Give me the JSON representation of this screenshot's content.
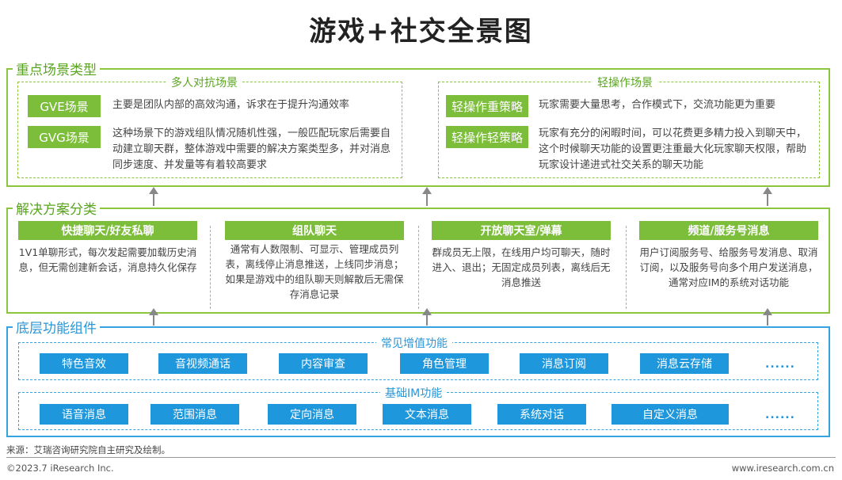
{
  "title": "游戏+社交全景图",
  "scenes": {
    "label": "重点场景类型",
    "multi": {
      "title": "多人对抗场景",
      "items": [
        {
          "tag": "GVE场景",
          "desc": "主要是团队内部的高效沟通，诉求在于提升沟通效率"
        },
        {
          "tag": "GVG场景",
          "desc": "这种场景下的游戏组队情况随机性强，一般匹配玩家后需要自动建立聊天群，整体游戏中需要的解决方案类型多，并对消息同步速度、并发量等有着较高要求"
        }
      ]
    },
    "light": {
      "title": "轻操作场景",
      "items": [
        {
          "tag": "轻操作重策略",
          "desc": "玩家需要大量思考，合作模式下，交流功能更为重要"
        },
        {
          "tag": "轻操作轻策略",
          "desc": "玩家有充分的闲暇时间，可以花费更多精力投入到聊天中，这个时候聊天功能的设置更注重最大化玩家聊天权限，帮助玩家设计递进式社交关系的聊天功能"
        }
      ]
    }
  },
  "solutions": {
    "label": "解决方案分类",
    "items": [
      {
        "title": "快捷聊天/好友私聊",
        "desc": "1V1单聊形式，每次发起需要加载历史消息，但无需创建新会话，消息持久化保存"
      },
      {
        "title": "组队聊天",
        "desc": "通常有人数限制、可显示、管理成员列表，离线停止消息推送，上线同步消息；如果是游戏中的组队聊天则解散后无需保存消息记录"
      },
      {
        "title": "开放聊天室/弹幕",
        "desc": "群成员无上限，在线用户均可聊天，随时进入、退出；无固定成员列表，离线后无消息推送"
      },
      {
        "title": "频道/服务号消息",
        "desc": "用户订阅服务号、给服务号发消息、取消订阅，以及服务号向多个用户发送消息，通常对应IM的系统对话功能"
      }
    ]
  },
  "base": {
    "label": "底层功能组件",
    "value_added": {
      "title": "常见增值功能",
      "items": [
        "特色音效",
        "音视频通话",
        "内容审查",
        "角色管理",
        "消息订阅",
        "消息云存储"
      ],
      "more": "......"
    },
    "im": {
      "title": "基础IM功能",
      "items": [
        "语音消息",
        "范围消息",
        "定向消息",
        "文本消息",
        "系统对话",
        "自定义消息"
      ],
      "more": "......"
    }
  },
  "source": "来源：艾瑞咨询研究院自主研究及绘制。",
  "footer_left": "©2023.7 iResearch Inc.",
  "footer_right": "www.iresearch.com.cn",
  "colors": {
    "green": "#7cbd3a",
    "blue": "#1f97dc",
    "green_border": "#8cc63f",
    "blue_border": "#35a3e0"
  }
}
